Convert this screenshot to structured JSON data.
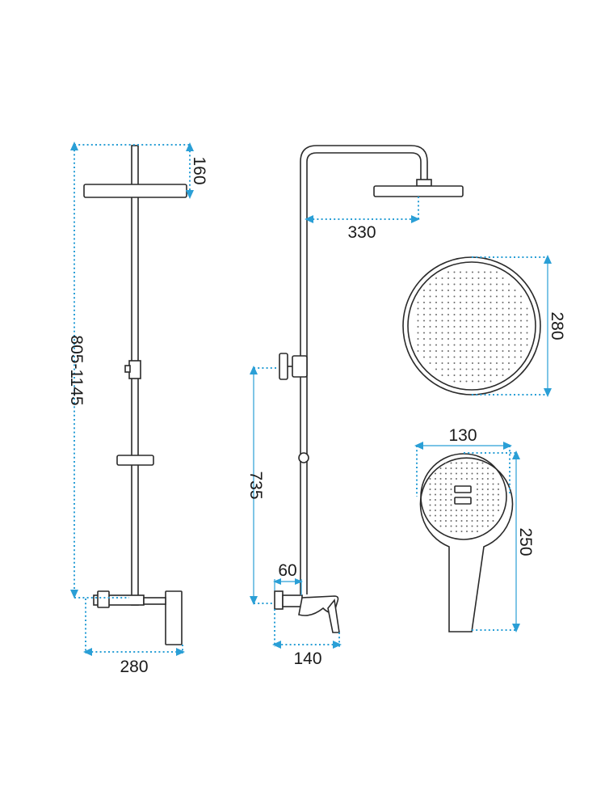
{
  "colors": {
    "line": "#2a2a2a",
    "dimension": "#2a9fd6",
    "text": "#1a1a1a"
  },
  "dimensions": {
    "front_total_height": "805-1145",
    "front_head_drop": "160",
    "front_mixer_width": "280",
    "side_arm_reach": "330",
    "side_outlet_height": "735",
    "side_spout_offset": "60",
    "side_spout_length": "140",
    "head_diameter": "280",
    "hand_width": "130",
    "hand_length": "250"
  }
}
